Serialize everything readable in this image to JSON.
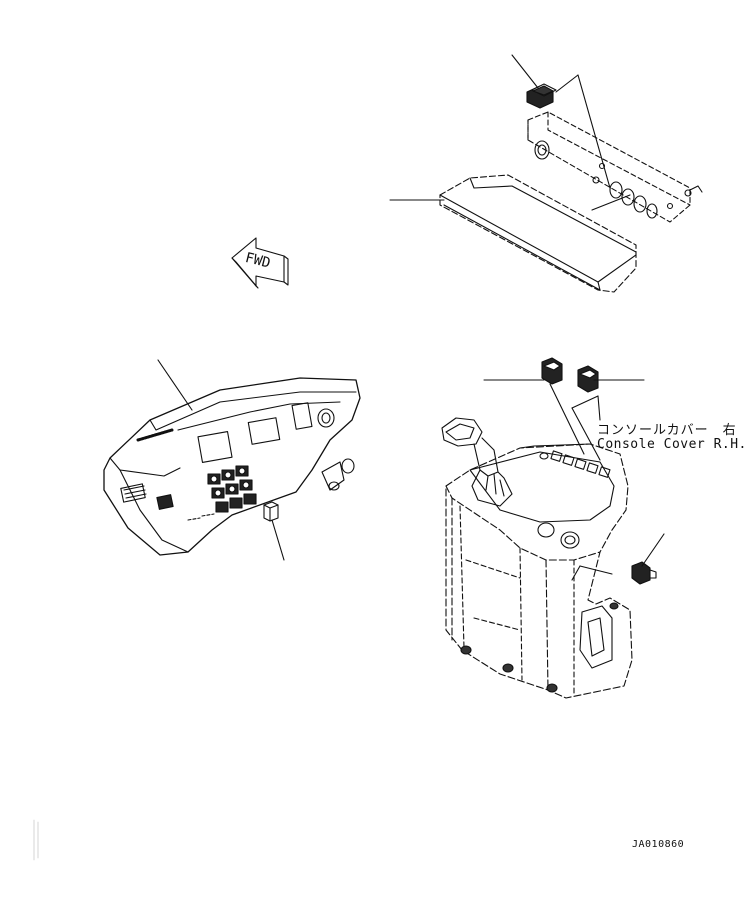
{
  "callout": {
    "japanese": "コンソールカバー　右",
    "english": "Console Cover R.H."
  },
  "direction_marker": "FWD",
  "drawing_number": "JA010860",
  "colors": {
    "line": "#111111",
    "background": "#ffffff"
  }
}
